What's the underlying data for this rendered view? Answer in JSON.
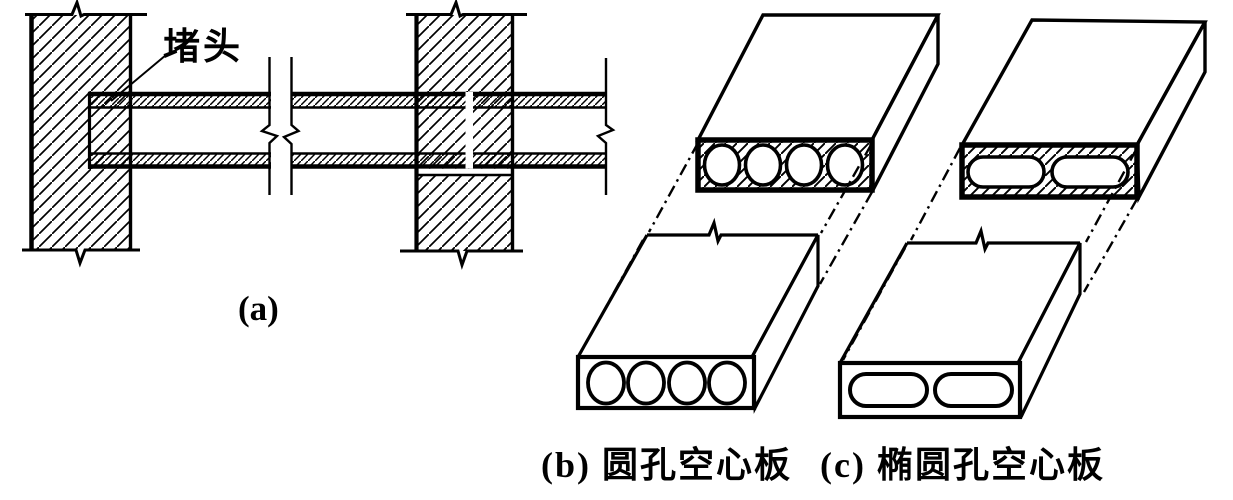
{
  "colors": {
    "background": "#ffffff",
    "ink": "#000000"
  },
  "panel_a": {
    "label": "(a)",
    "callout": "堵头"
  },
  "panel_b": {
    "caption": "(b) 圆孔空心板",
    "holes": 4,
    "hole_shape": "round"
  },
  "panel_c": {
    "caption": "(c) 椭圆孔空心板",
    "holes": 2,
    "hole_shape": "oval"
  }
}
